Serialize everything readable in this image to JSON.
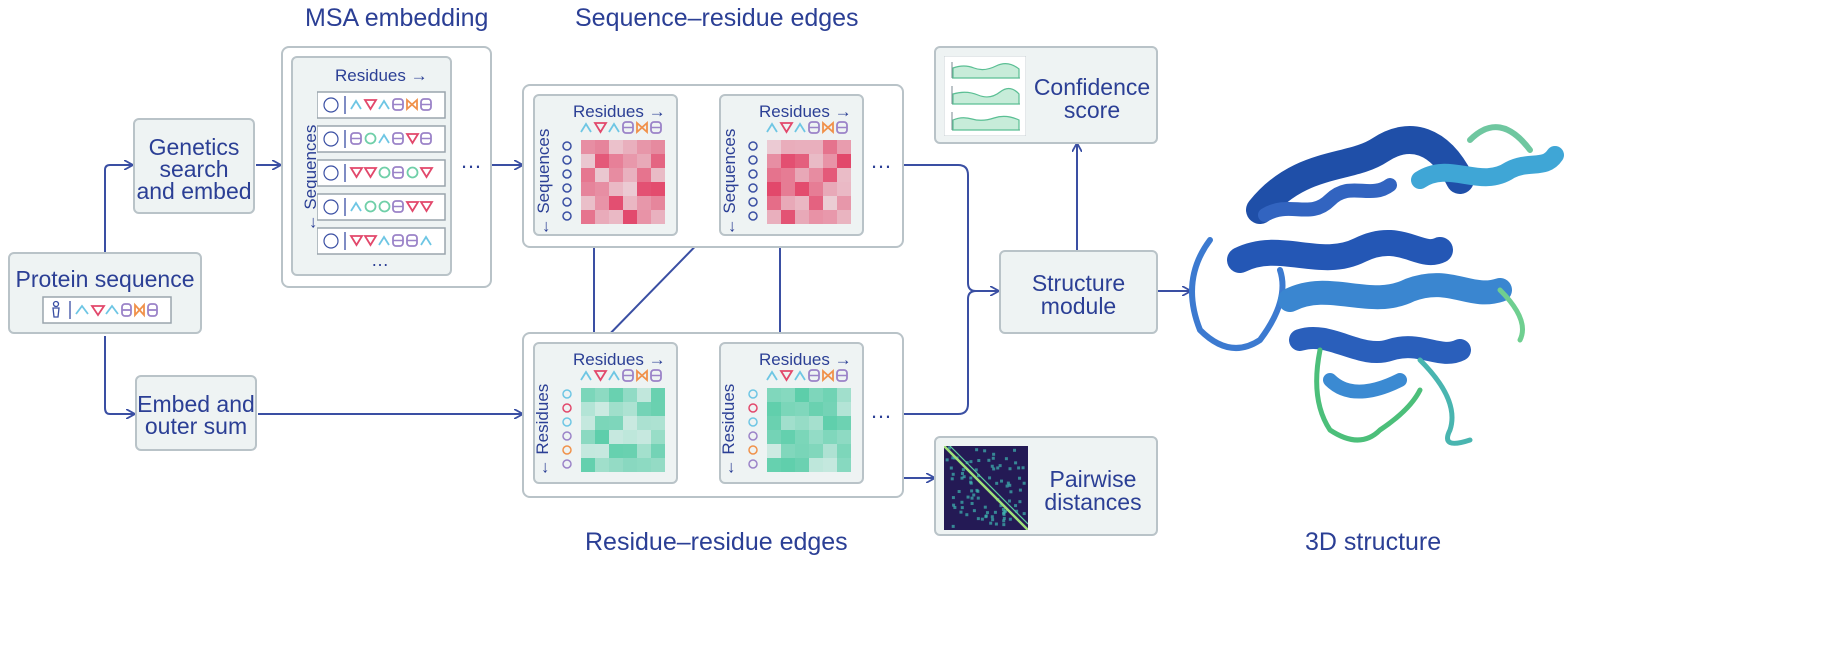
{
  "titles": {
    "msa": "MSA embedding",
    "seq_res": "Sequence–residue edges",
    "res_res": "Residue–residue edges",
    "structure3d": "3D structure"
  },
  "nodes": {
    "protein": "Protein sequence",
    "genetics_l1": "Genetics",
    "genetics_l2": "search",
    "genetics_l3": "and embed",
    "embed_l1": "Embed and",
    "embed_l2": "outer sum",
    "structure_l1": "Structure",
    "structure_l2": "module",
    "confidence_l1": "Confidence",
    "confidence_l2": "score",
    "pairwise_l1": "Pairwise",
    "pairwise_l2": "distances"
  },
  "axis": {
    "residues": "Residues →",
    "sequences": "← Sequences",
    "residues_v": "← Residues"
  },
  "ellipsis": "…",
  "colors": {
    "arrow": "#3a4fa3",
    "box_fill": "#eef3f3",
    "box_stroke": "#b9c3c8",
    "heat_red": "#e2486b",
    "heat_green": "#5bcda9",
    "conf_green": "#7fd2a8",
    "protein_blue": "#2856b4"
  },
  "icons": [
    "person-icon",
    "fish-icon",
    "bird-icon",
    "rooster-icon",
    "snail-icon"
  ]
}
